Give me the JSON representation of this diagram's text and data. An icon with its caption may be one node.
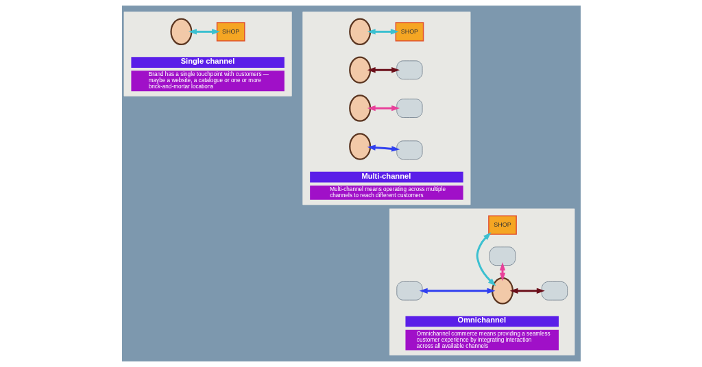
{
  "diagram": {
    "nodes": [
      {
        "text": [
          "Single channel",
          "Brand has a single touchpoint with customers — maybe a website, a catalogue or one or more brick-and-mortar locations"
        ]
      },
      {
        "text": [],
        "shape": "person",
        "in": 0
      },
      {
        "text": [
          "SHOP"
        ],
        "in": 0
      },
      {
        "text": [
          "Multi-channel",
          "Multi-channel means operating across multiple channels to reach different customers"
        ]
      },
      {
        "text": [],
        "shape": "person",
        "in": 3
      },
      {
        "text": [
          "SHOP"
        ],
        "in": 3
      },
      {
        "text": [],
        "shape": "person",
        "in": 3
      },
      {
        "text": [],
        "shape": "box",
        "in": 3
      },
      {
        "text": [],
        "shape": "person",
        "in": 3
      },
      {
        "text": [],
        "shape": "box",
        "in": 3
      },
      {
        "text": [],
        "shape": "person",
        "in": 3
      },
      {
        "text": [],
        "shape": "box",
        "in": 3
      },
      {
        "text": [
          "Omnichannel",
          "Omnichannel commerce means providing a seamless customer experience by integrating interaction across all available channels"
        ]
      },
      {
        "text": [
          "SHOP"
        ],
        "in": 12
      },
      {
        "text": [],
        "shape": "box",
        "in": 12
      },
      {
        "text": [],
        "shape": "person",
        "in": 12
      },
      {
        "text": [],
        "shape": "box",
        "in": 12
      },
      {
        "text": [],
        "shape": "box",
        "in": 12
      }
    ],
    "edges": [
      {
        "from": 1,
        "to": 2,
        "arrow": "both"
      },
      {
        "from": 4,
        "to": 5,
        "arrow": "both"
      },
      {
        "from": 6,
        "to": 7,
        "arrow": "both",
        "color": "#6b0f1a"
      },
      {
        "from": 8,
        "to": 9,
        "arrow": "both",
        "color": "#e8409a"
      },
      {
        "from": 10,
        "to": 11,
        "arrow": "both",
        "color": "#3040f0"
      },
      {
        "from": 15,
        "to": 13,
        "arrow": "both"
      },
      {
        "from": 14,
        "to": 15,
        "arrow": "both",
        "color": "#3040f0"
      },
      {
        "from": 15,
        "to": 16,
        "arrow": "both",
        "color": "#6b0f1a"
      },
      {
        "from": 15,
        "to": 17,
        "arrow": "both",
        "color": "#e8409a"
      }
    ]
  }
}
